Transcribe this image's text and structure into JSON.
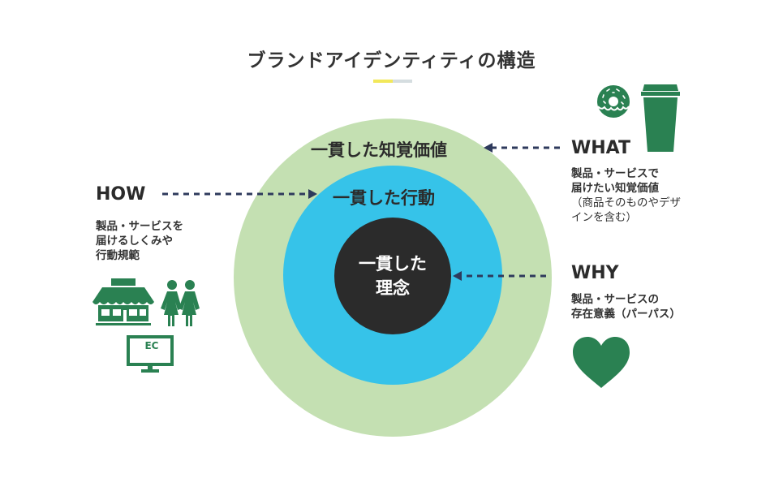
{
  "title": "ブランドアイデンティティの構造",
  "colors": {
    "outer_ring": "#c4e0b2",
    "middle_ring": "#36c3e9",
    "core": "#2b2b2b",
    "icon_green": "#2a8152",
    "arrow": "#2e3a5c",
    "accent_yellow": "#f2e85a",
    "accent_gray": "#d5dde0"
  },
  "rings": {
    "outer_label": "一貫した知覚価値",
    "middle_label": "一貫した行動",
    "core_label_line1": "一貫した",
    "core_label_line2": "理念"
  },
  "how": {
    "heading": "HOW",
    "desc_lines": [
      "製品・サービスを",
      "届けるしくみや",
      "行動規範"
    ],
    "icons": [
      "store-icon",
      "people-icon",
      "ec-monitor-icon"
    ],
    "ec_label": "EC"
  },
  "what": {
    "heading": "WHAT",
    "desc_lines": [
      "製品・サービスで",
      "届けたい知覚価値"
    ],
    "note_lines": [
      "（商品そのものやデザ",
      "インを含む）"
    ],
    "icons": [
      "donut-icon",
      "coffee-cup-icon"
    ]
  },
  "why": {
    "heading": "WHY",
    "desc_lines": [
      "製品・サービスの",
      "存在意義（パーパス）"
    ],
    "icons": [
      "heart-icon"
    ]
  }
}
